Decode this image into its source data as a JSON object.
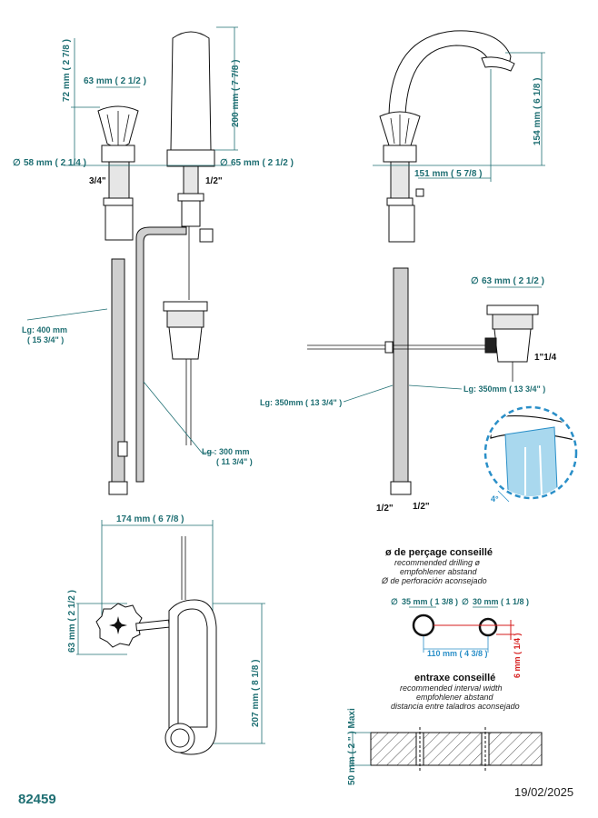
{
  "dimensions": {
    "handle_height": "72 mm ( 2 7/8 )",
    "handle_width": "63 mm ( 2 1/2 )",
    "base_dia_left": "58 mm ( 2 1/4 )",
    "spout_height": "200 mm ( 7 7/8 )",
    "base_dia_spout": "65 mm ( 2 1/2 )",
    "thread_left": "3/4\"",
    "thread_center": "1/2\"",
    "hose_400": "Lg: 400 mm",
    "hose_400_in": "( 15 3/4\" )",
    "hose_300": "Lg : 300 mm",
    "hose_300_in": "( 11 3/4\" )",
    "spout_rise": "154 mm ( 6 1/8 )",
    "spout_reach": "151 mm ( 5 7/8 )",
    "drain_dia": "63 mm ( 2 1/2 )",
    "drain_thread": "1\"1/4",
    "hose_350_left": "Lg: 350mm ( 13 3/4\" )",
    "hose_350_right": "Lg: 350mm ( 13 3/4\" )",
    "thread_bottom_1": "1/2\"",
    "thread_bottom_2": "1/2\"",
    "angle": "4°",
    "spread": "174 mm ( 6 7/8 )",
    "handle_dia_side": "63 mm ( 2 1/2 )",
    "spout_height_side": "207 mm ( 8 1/8 )",
    "hole_dia_1": "35 mm ( 1 3/8 )",
    "hole_dia_2": "30 mm ( 1 1/8 )",
    "hole_spacing": "110 mm ( 4 3/8 )",
    "hole_offset": "6 mm ( 1/4 )",
    "deck_thickness": "50 mm ( 2 \" ) Maxi",
    "dia_symbol": "∅"
  },
  "drilling": {
    "title": "ø de perçage conseillé",
    "en": "recommended drilling ø",
    "de": "empfohlener abstand",
    "es": "Ø de perforación aconsejado"
  },
  "interaxis": {
    "title": "entraxe conseillé",
    "en": "recommended interval width",
    "de": "empfohlener abstand",
    "es": "distancia entre taladros aconsejado"
  },
  "footer": {
    "ref": "82459",
    "date": "19/02/2025"
  },
  "colors": {
    "dimension": "#1f6f73",
    "detail_blue": "#2a8fc8",
    "offset_red": "#d61c1c"
  }
}
